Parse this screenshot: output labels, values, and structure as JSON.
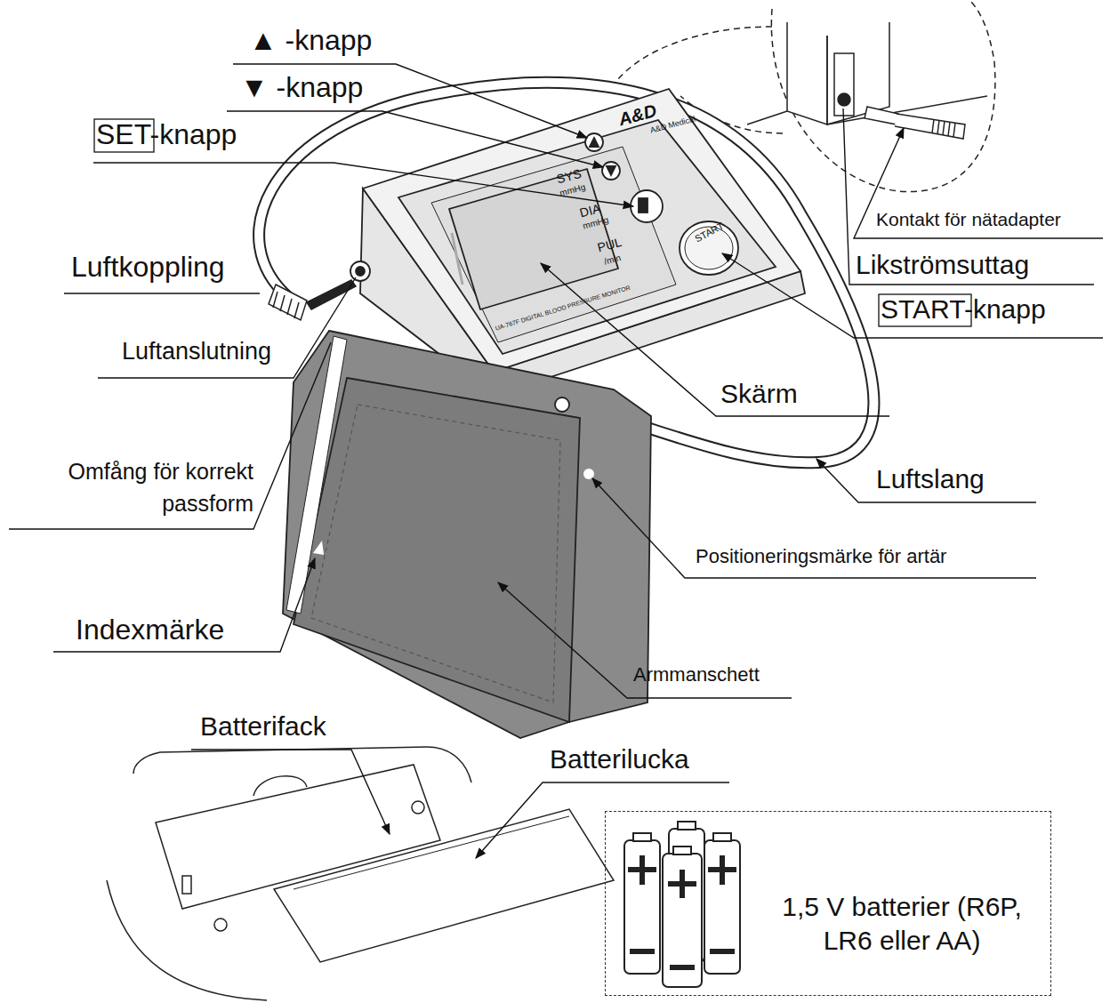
{
  "diagram": {
    "nodes": [
      {
        "text": [
          "1,5 V batterier (R6P, LR6 eller AA)"
        ]
      }
    ],
    "labels": [
      "▲ -knapp",
      "▼ -knapp",
      "SET-knapp",
      "Kontakt för nätadapter",
      "Likströmsuttag",
      "Luftkoppling",
      "START-knapp",
      "Luftanslutning",
      "Skärm",
      "Omfång för korrekt passform",
      "Luftslang",
      "Positioneringsmärke för artär",
      "Indexmärke",
      "Armmanschett",
      "Batterifack",
      "Batterilucka",
      "A&D",
      "A&D Medical",
      "SYS",
      "mmHg",
      "DIA",
      "mmHg",
      "PUL",
      "/min",
      "START",
      "UA-767F DIGITAL BLOOD PRESSURE MONITOR"
    ]
  }
}
